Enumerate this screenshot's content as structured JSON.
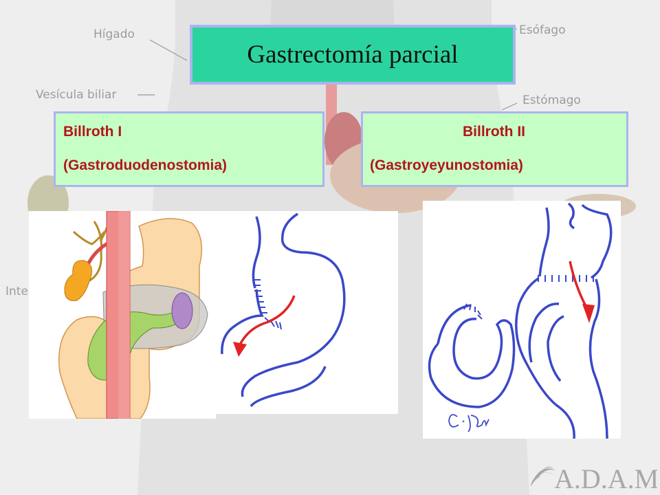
{
  "title": "Gastrectomía parcial",
  "billroth_1": {
    "name": "Billroth I",
    "procedure": "(Gastroduodenostomia)"
  },
  "billroth_2": {
    "name": "Billroth II",
    "procedure": "(Gastroyeyunostomia)"
  },
  "background_labels": {
    "liver": "Hígado",
    "esophagus": "Esófago",
    "gallbladder": "Vesícula biliar",
    "stomach": "Estómago",
    "intestine_partial": "Inte"
  },
  "signature": "G. Jgni",
  "logo": "A.D.A.M.",
  "colors": {
    "title_background": "#2bd49e",
    "label_background": "#c6ffc6",
    "label_text": "#b2151b",
    "box_border": "#aab4ee",
    "sketch_line": "#3a48c8",
    "arrow": "#e02424"
  }
}
